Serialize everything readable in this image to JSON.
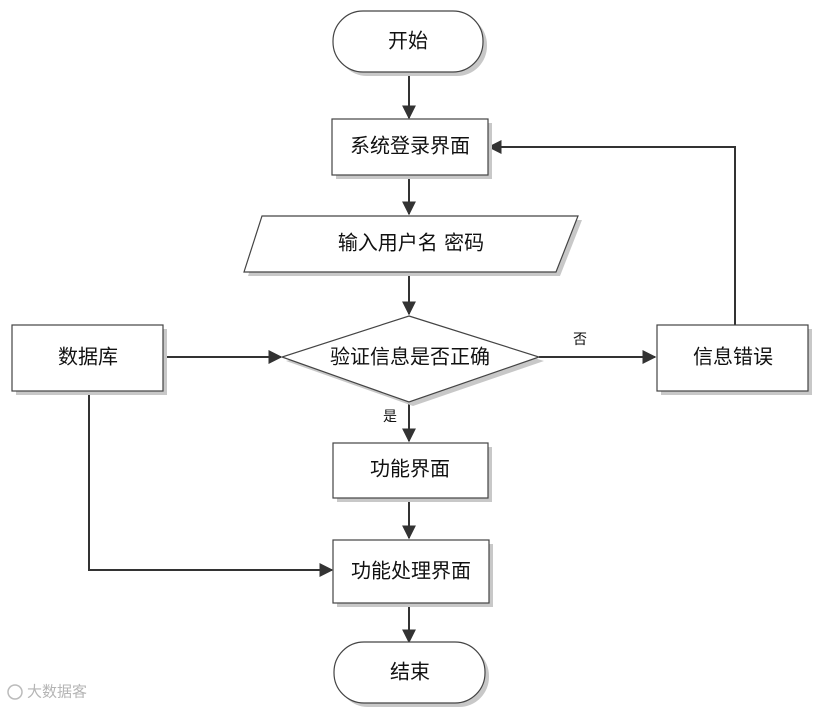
{
  "diagram": {
    "nodes": {
      "start": "开始",
      "login": "系统登录界面",
      "input": "输入用户名 密码",
      "database": "数据库",
      "verify": "验证信息是否正确",
      "error": "信息错误",
      "function": "功能界面",
      "process": "功能处理界面",
      "end": "结束"
    },
    "edges": {
      "yes": "是",
      "no": "否"
    },
    "watermark": "大数据客"
  }
}
